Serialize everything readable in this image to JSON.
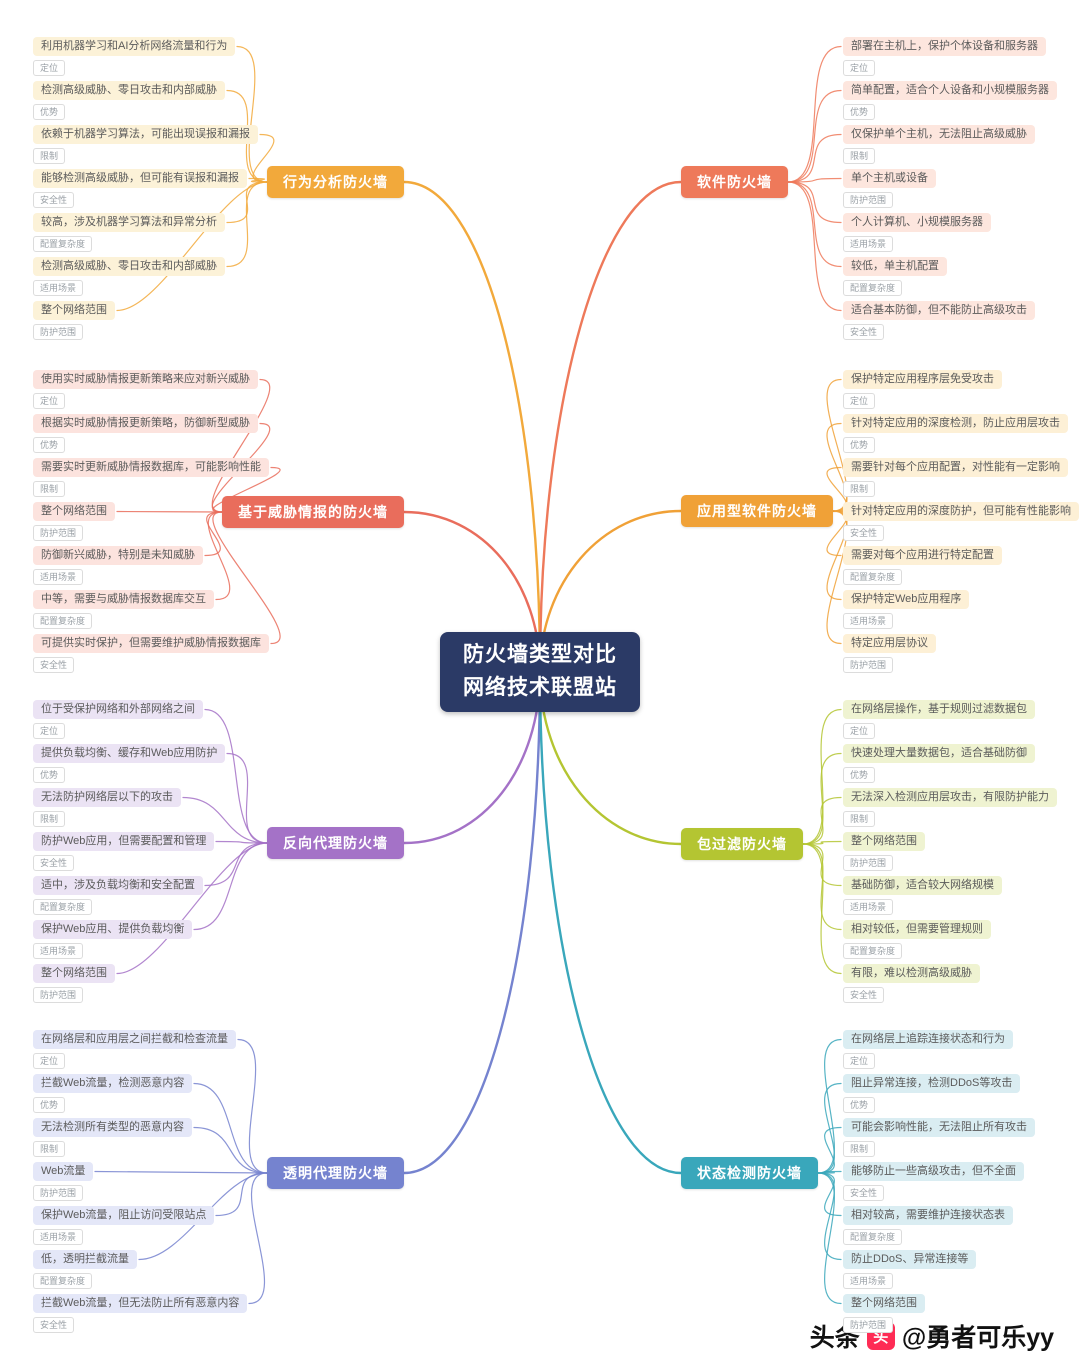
{
  "center": {
    "title": "防火墙类型对比",
    "subtitle": "网络技术联盟站",
    "bg": "#2b3a66"
  },
  "watermark": {
    "brand": "头条",
    "logo_letter": "头",
    "handle": "@勇者可乐yy",
    "logo_color": "#fe2c55"
  },
  "branches": [
    {
      "title": "行为分析防火墙",
      "color": "#f2a93b",
      "leaf_bg": "#fcf2d8",
      "items": [
        {
          "text": "利用机器学习和AI分析网络流量和行为",
          "tag": "定位"
        },
        {
          "text": "检测高级威胁、零日攻击和内部威胁",
          "tag": "优势"
        },
        {
          "text": "依赖于机器学习算法，可能出现误报和漏报",
          "tag": "限制"
        },
        {
          "text": "能够检测高级威胁，但可能有误报和漏报",
          "tag": "安全性"
        },
        {
          "text": "较高，涉及机器学习算法和异常分析",
          "tag": "配置复杂度"
        },
        {
          "text": "检测高级威胁、零日攻击和内部威胁",
          "tag": "适用场景"
        },
        {
          "text": "整个网络范围",
          "tag": "防护范围"
        }
      ]
    },
    {
      "title": "软件防火墙",
      "color": "#ee795a",
      "leaf_bg": "#fde6de",
      "items": [
        {
          "text": "部署在主机上，保护个体设备和服务器",
          "tag": "定位"
        },
        {
          "text": "简单配置，适合个人设备和小规模服务器",
          "tag": "优势"
        },
        {
          "text": "仅保护单个主机，无法阻止高级威胁",
          "tag": "限制"
        },
        {
          "text": "单个主机或设备",
          "tag": "防护范围"
        },
        {
          "text": "个人计算机、小规模服务器",
          "tag": "适用场景"
        },
        {
          "text": "较低，单主机配置",
          "tag": "配置复杂度"
        },
        {
          "text": "适合基本防御，但不能防止高级攻击",
          "tag": "安全性"
        }
      ]
    },
    {
      "title": "基于威胁情报的防火墙",
      "color": "#e96d5c",
      "leaf_bg": "#fce3de",
      "items": [
        {
          "text": "使用实时威胁情报更新策略来应对新兴威胁",
          "tag": "定位"
        },
        {
          "text": "根据实时威胁情报更新策略，防御新型威胁",
          "tag": "优势"
        },
        {
          "text": "需要实时更新威胁情报数据库，可能影响性能",
          "tag": "限制"
        },
        {
          "text": "整个网络范围",
          "tag": "防护范围"
        },
        {
          "text": "防御新兴威胁，特别是未知威胁",
          "tag": "适用场景"
        },
        {
          "text": "中等，需要与威胁情报数据库交互",
          "tag": "配置复杂度"
        },
        {
          "text": "可提供实时保护，但需要维护威胁情报数据库",
          "tag": "安全性"
        }
      ]
    },
    {
      "title": "应用型软件防火墙",
      "color": "#f0a137",
      "leaf_bg": "#fdf0d6",
      "items": [
        {
          "text": "保护特定应用程序层免受攻击",
          "tag": "定位"
        },
        {
          "text": "针对特定应用的深度检测，防止应用层攻击",
          "tag": "优势"
        },
        {
          "text": "需要针对每个应用配置，对性能有一定影响",
          "tag": "限制"
        },
        {
          "text": "针对特定应用的深度防护，但可能有性能影响",
          "tag": "安全性"
        },
        {
          "text": "需要对每个应用进行特定配置",
          "tag": "配置复杂度"
        },
        {
          "text": "保护特定Web应用程序",
          "tag": "适用场景"
        },
        {
          "text": "特定应用层协议",
          "tag": "防护范围"
        }
      ]
    },
    {
      "title": "反向代理防火墙",
      "color": "#a472c7",
      "leaf_bg": "#ebe3f4",
      "items": [
        {
          "text": "位于受保护网络和外部网络之间",
          "tag": "定位"
        },
        {
          "text": "提供负载均衡、缓存和Web应用防护",
          "tag": "优势"
        },
        {
          "text": "无法防护网络层以下的攻击",
          "tag": "限制"
        },
        {
          "text": "防护Web应用，但需要配置和管理",
          "tag": "安全性"
        },
        {
          "text": "适中，涉及负载均衡和安全配置",
          "tag": "配置复杂度"
        },
        {
          "text": "保护Web应用、提供负载均衡",
          "tag": "适用场景"
        },
        {
          "text": "整个网络范围",
          "tag": "防护范围"
        }
      ]
    },
    {
      "title": "包过滤防火墙",
      "color": "#b4c532",
      "leaf_bg": "#eff3d1",
      "items": [
        {
          "text": "在网络层操作，基于规则过滤数据包",
          "tag": "定位"
        },
        {
          "text": "快速处理大量数据包，适合基础防御",
          "tag": "优势"
        },
        {
          "text": "无法深入检测应用层攻击，有限防护能力",
          "tag": "限制"
        },
        {
          "text": "整个网络范围",
          "tag": "防护范围"
        },
        {
          "text": "基础防御，适合较大网络规模",
          "tag": "适用场景"
        },
        {
          "text": "相对较低，但需要管理规则",
          "tag": "配置复杂度"
        },
        {
          "text": "有限，难以检测高级威胁",
          "tag": "安全性"
        }
      ]
    },
    {
      "title": "透明代理防火墙",
      "color": "#7583cf",
      "leaf_bg": "#e4e7f8",
      "items": [
        {
          "text": "在网络层和应用层之间拦截和检查流量",
          "tag": "定位"
        },
        {
          "text": "拦截Web流量，检测恶意内容",
          "tag": "优势"
        },
        {
          "text": "无法检测所有类型的恶意内容",
          "tag": "限制"
        },
        {
          "text": "Web流量",
          "tag": "防护范围"
        },
        {
          "text": "保护Web流量，阻止访问受限站点",
          "tag": "适用场景"
        },
        {
          "text": "低，透明拦截流量",
          "tag": "配置复杂度"
        },
        {
          "text": "拦截Web流量，但无法防止所有恶意内容",
          "tag": "安全性"
        }
      ]
    },
    {
      "title": "状态检测防火墙",
      "color": "#39a7bb",
      "leaf_bg": "#daedf2",
      "items": [
        {
          "text": "在网络层上追踪连接状态和行为",
          "tag": "定位"
        },
        {
          "text": "阻止异常连接，检测DDoS等攻击",
          "tag": "优势"
        },
        {
          "text": "可能会影响性能，无法阻止所有攻击",
          "tag": "限制"
        },
        {
          "text": "能够防止一些高级攻击，但不全面",
          "tag": "安全性"
        },
        {
          "text": "相对较高，需要维护连接状态表",
          "tag": "配置复杂度"
        },
        {
          "text": "防止DDoS、异常连接等",
          "tag": "适用场景"
        },
        {
          "text": "整个网络范围",
          "tag": "防护范围"
        }
      ]
    }
  ]
}
